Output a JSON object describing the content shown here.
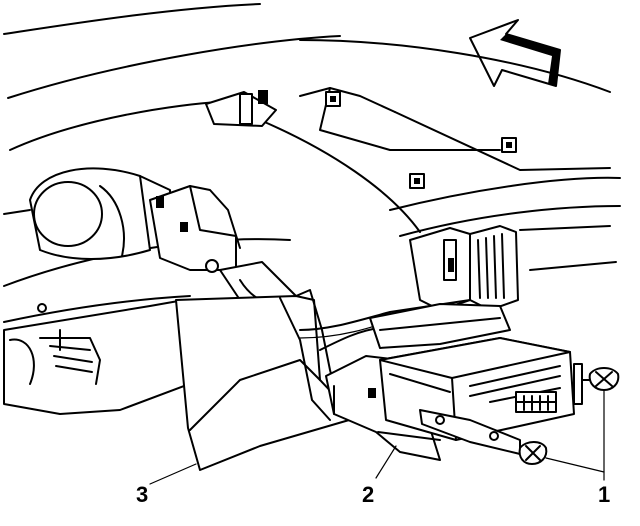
{
  "callouts": {
    "c1": "1",
    "c2": "2",
    "c3": "3"
  },
  "icons": {
    "direction": "forward-arrow-icon"
  }
}
